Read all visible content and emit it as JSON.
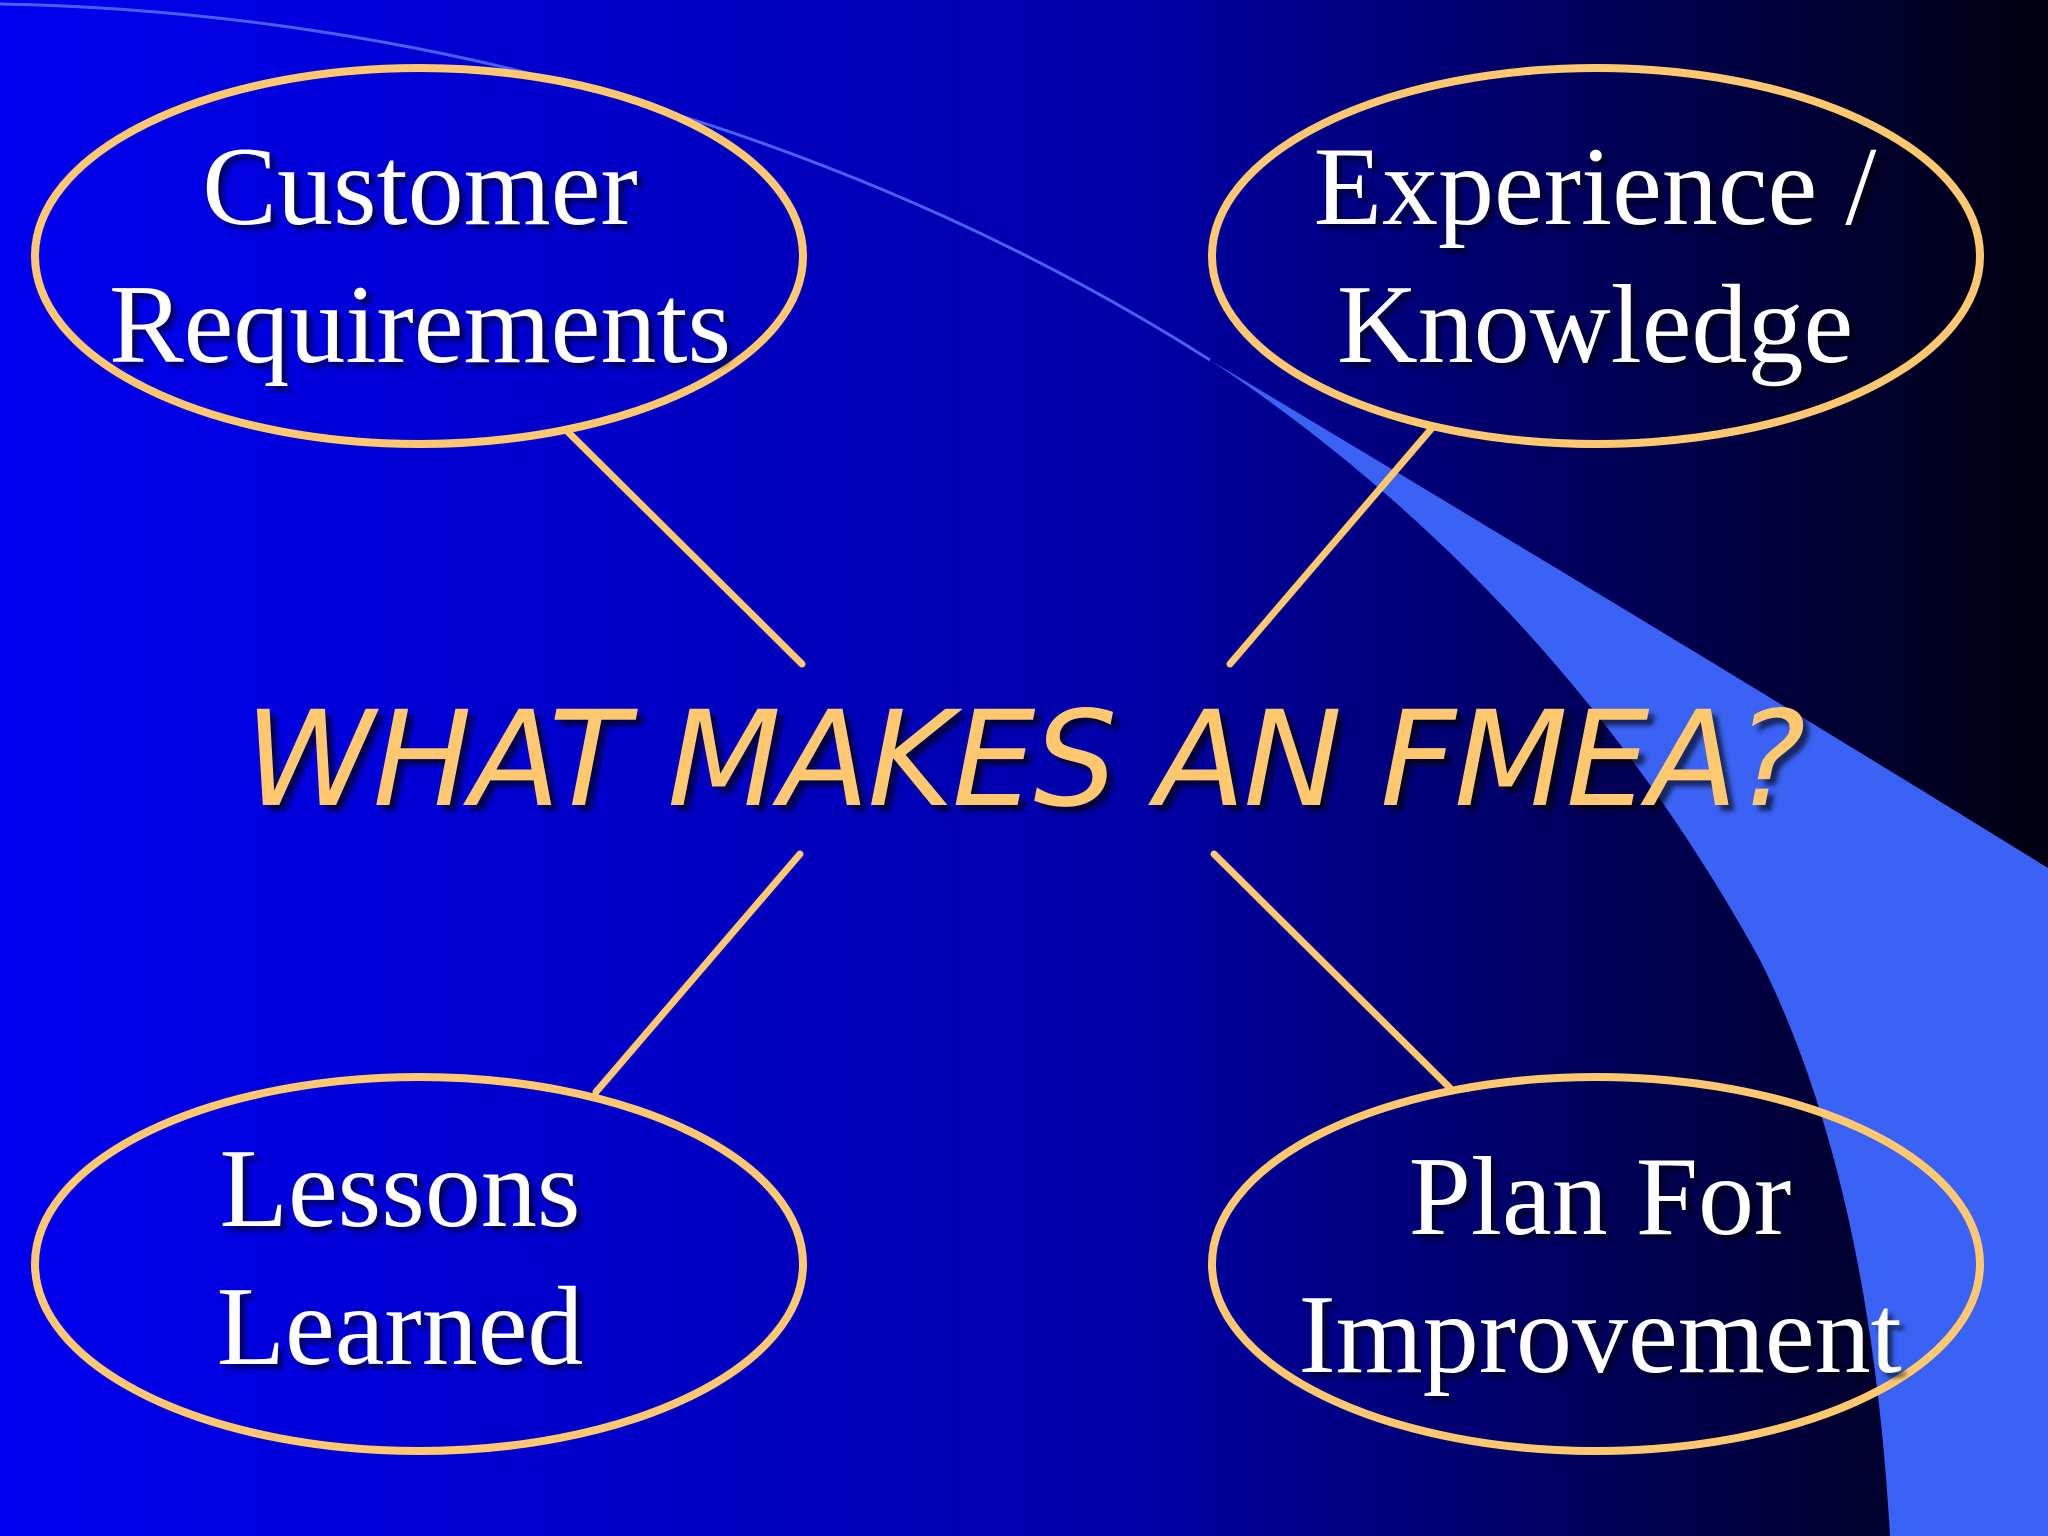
{
  "colors": {
    "background_left": "#0000f0",
    "background_mid": "#0000a8",
    "background_right": "#000010",
    "swoosh": "#3a62f4",
    "outline": "#ffc86e",
    "node_text": "#ffffff",
    "title_text": "#ffc86e"
  },
  "title": "WHAT MAKES AN FMEA?",
  "nodes": {
    "top_left": {
      "line1": "Customer",
      "line2": "Requirements"
    },
    "top_right": {
      "line1": "Experience /",
      "line2": "Knowledge"
    },
    "bottom_left": {
      "line1": "Lessons",
      "line2": "Learned"
    },
    "bottom_right": {
      "line1": "Plan For",
      "line2": "Improvement"
    }
  }
}
